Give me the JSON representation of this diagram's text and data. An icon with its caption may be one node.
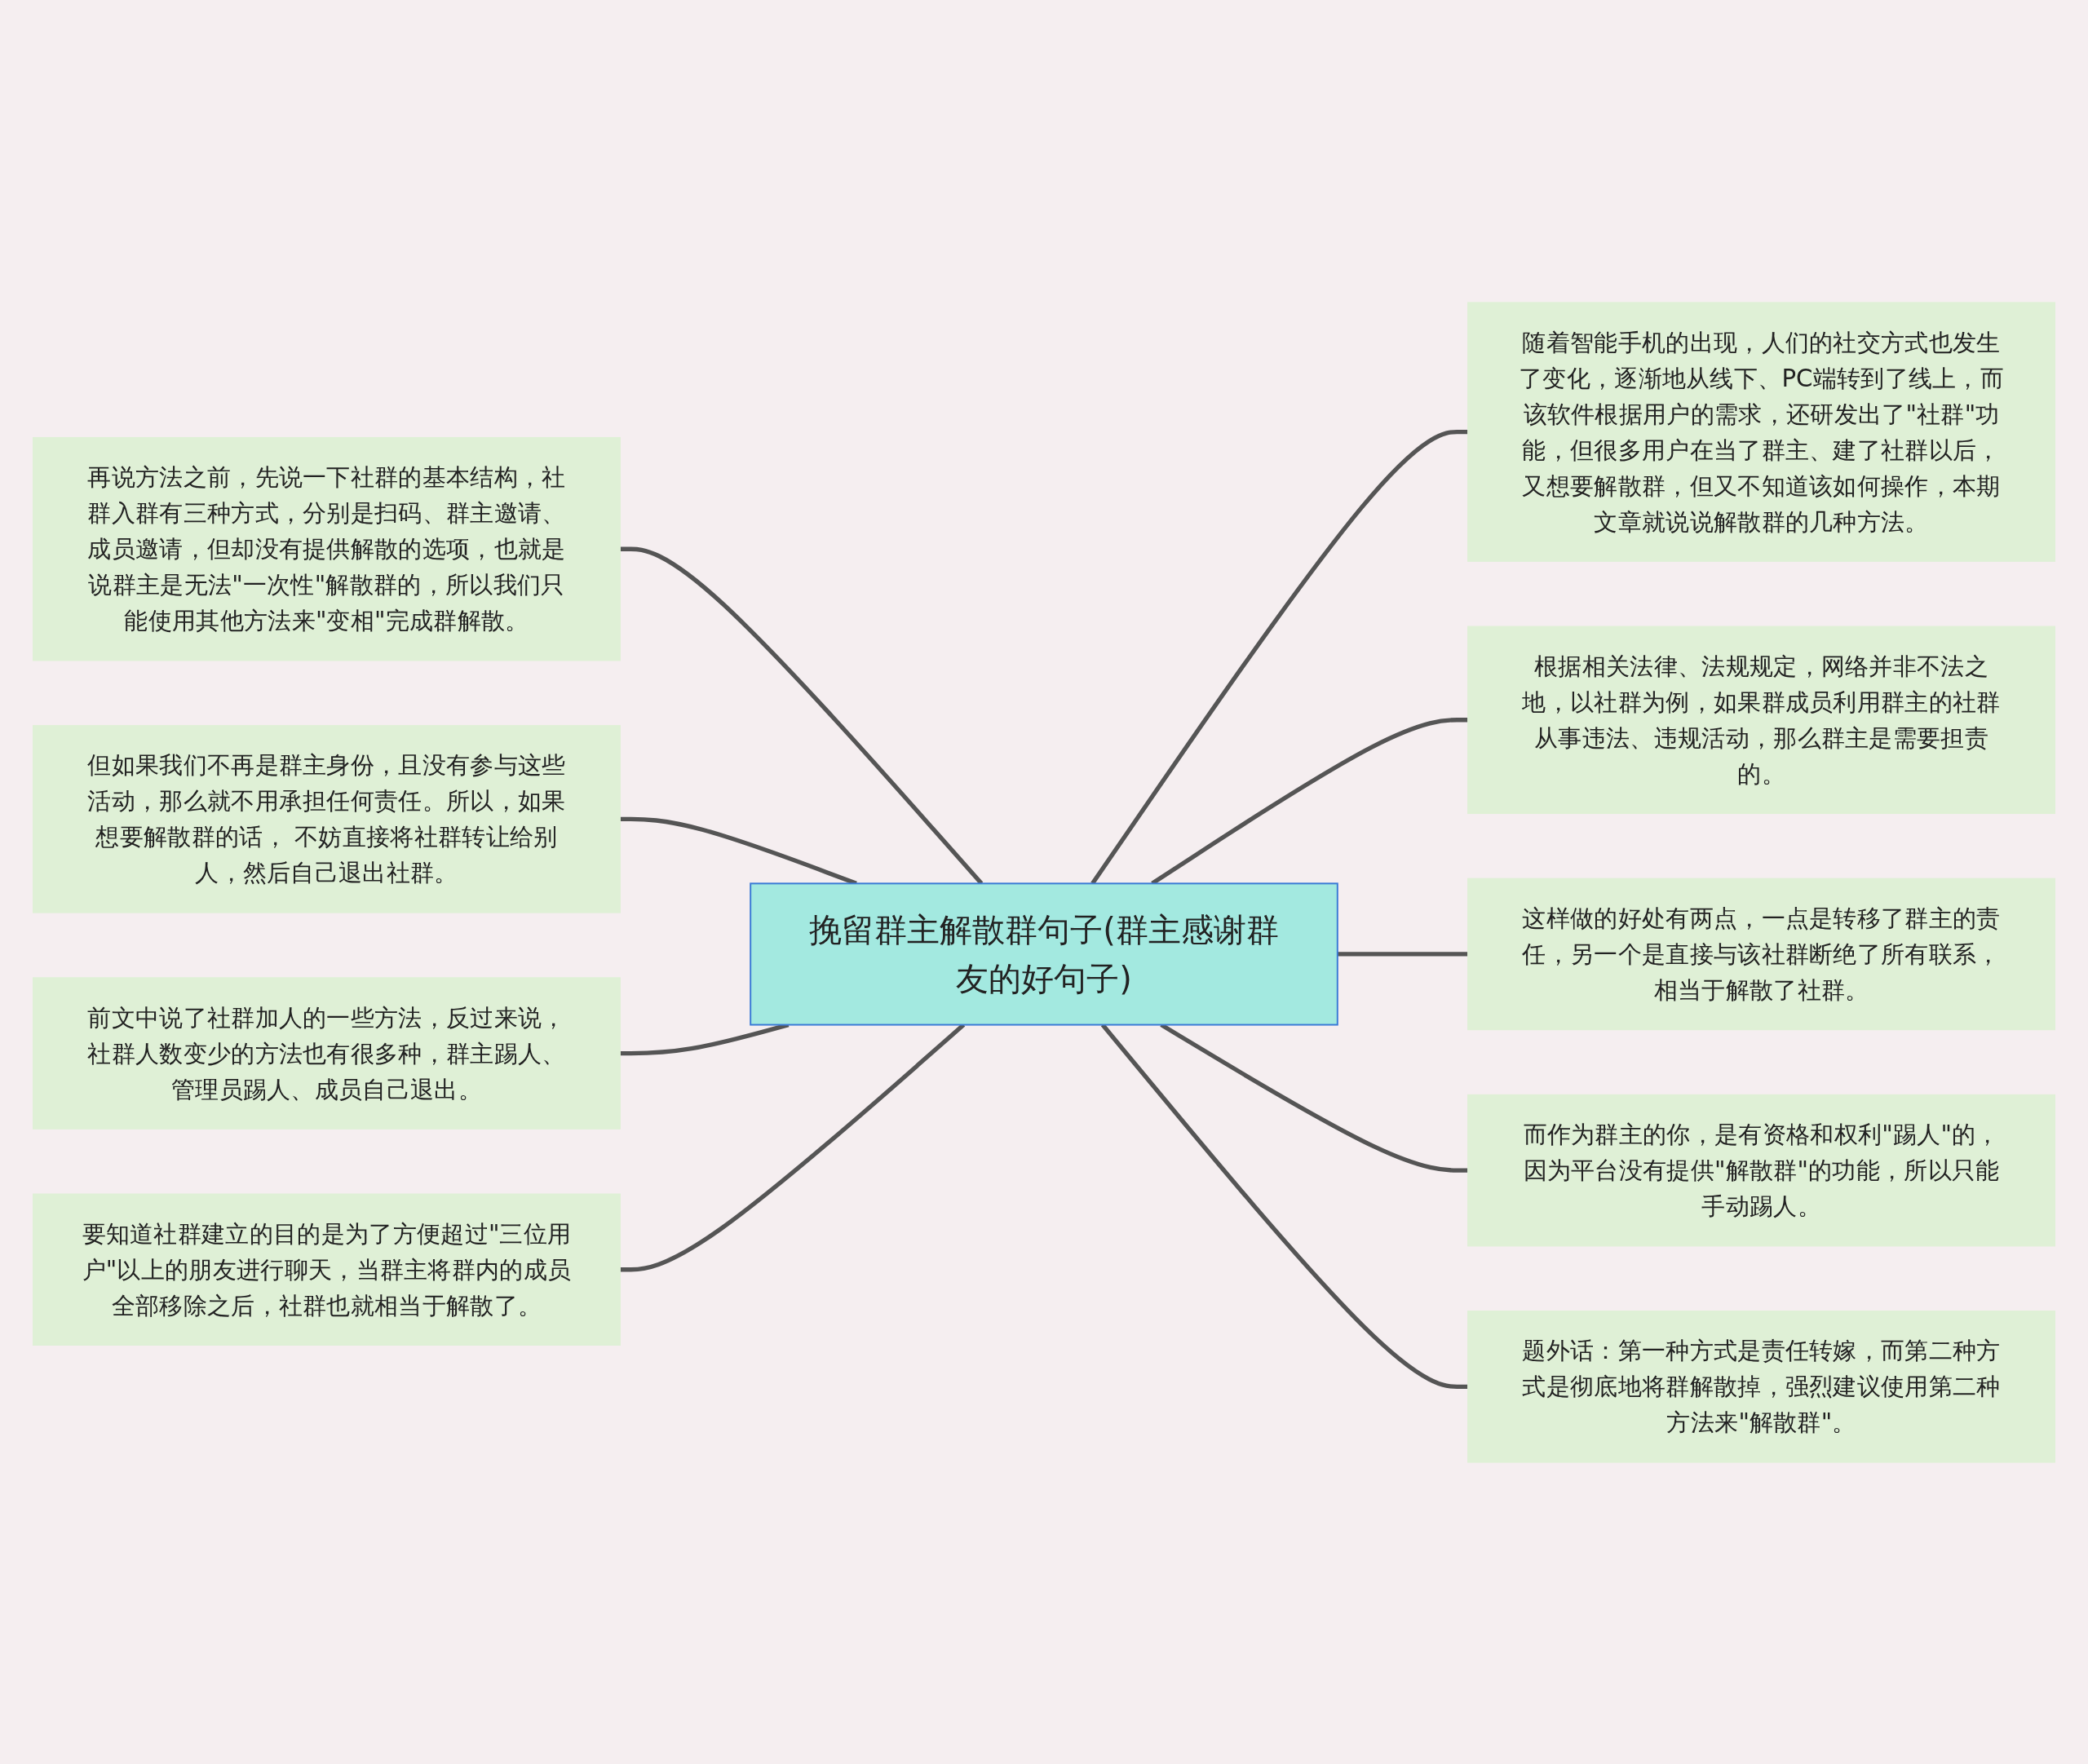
{
  "diagram": {
    "nodes": [
      {
        "text": [
          "挽留群主解散群句子(群主感谢群友的好句子)"
        ]
      },
      {
        "text": [
          "再说方法之前，先说一下社群的基本结构，社群入群有三种方式，分别是扫码、群主邀请、成员邀请，但却没有提供解散的选项，也就是说群主是无法\"一次性\"解散群的，所以我们只能使用其他方法来\"变相\"完成群解散。"
        ]
      },
      {
        "text": [
          "但如果我们不再是群主身份，且没有参与这些活动，那么就不用承担任何责任。所以，如果想要解散群的话， 不妨直接将社群转让给别人，然后自己退出社群。"
        ]
      },
      {
        "text": [
          "前文中说了社群加人的一些方法，反过来说，社群人数变少的方法也有很多种，群主踢人、管理员踢人、成员自己退出。"
        ]
      },
      {
        "text": [
          "要知道社群建立的目的是为了方便超过\"三位用户\"以上的朋友进行聊天，当群主将群内的成员全部移除之后，社群也就相当于解散了。"
        ]
      },
      {
        "text": [
          "随着智能手机的出现，人们的社交方式也发生了变化，逐渐地从线下、PC端转到了线上，而该软件根据用户的需求，还研发出了\"社群\"功能，但很多用户在当了群主、建了社群以后，又想要解散群，但又不知道该如何操作，本期文章就说说解散群的几种方法。"
        ]
      },
      {
        "text": [
          "根据相关法律、法规规定，网络并非不法之地，以社群为例，如果群成员利用群主的社群从事违法、违规活动，那么群主是需要担责的。"
        ]
      },
      {
        "text": [
          "这样做的好处有两点，一点是转移了群主的责任，另一个是直接与该社群断绝了所有联系，相当于解散了社群。"
        ]
      },
      {
        "text": [
          "而作为群主的你，是有资格和权利\"踢人\"的，因为平台没有提供\"解散群\"的功能，所以只能手动踢人。"
        ]
      },
      {
        "text": [
          "题外话：第一种方式是责任转嫁，而第二种方式是彻底地将群解散掉，强烈建议使用第二种方法来\"解散群\"。"
        ]
      }
    ],
    "edges": [
      {
        "from": 1,
        "to": 0,
        "arrow": "none"
      },
      {
        "from": 2,
        "to": 0,
        "arrow": "none"
      },
      {
        "from": 3,
        "to": 0,
        "arrow": "none"
      },
      {
        "from": 4,
        "to": 0,
        "arrow": "none"
      },
      {
        "from": 0,
        "to": 5,
        "arrow": "none"
      },
      {
        "from": 0,
        "to": 6,
        "arrow": "none"
      },
      {
        "from": 0,
        "to": 7,
        "arrow": "none"
      },
      {
        "from": 0,
        "to": 8,
        "arrow": "none"
      },
      {
        "from": 0,
        "to": 9,
        "arrow": "none"
      }
    ]
  }
}
